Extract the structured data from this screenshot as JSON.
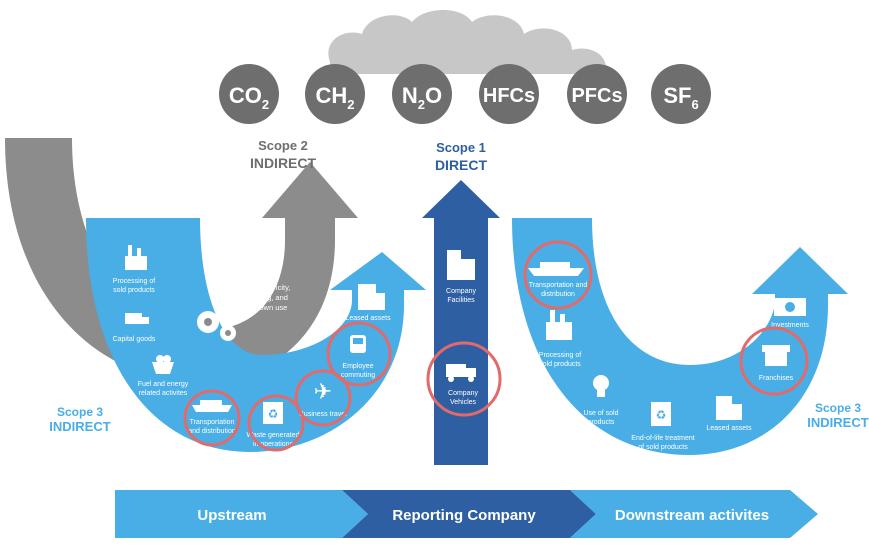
{
  "gases": [
    {
      "base": "CO",
      "sub": "2"
    },
    {
      "base": "CH",
      "sub": "2"
    },
    {
      "base": "N",
      "sub": "2",
      "tail": "O"
    },
    {
      "base": "HFCs",
      "sub": ""
    },
    {
      "base": "PFCs",
      "sub": ""
    },
    {
      "base": "SF",
      "sub": "6"
    }
  ],
  "scope2": {
    "title": "Scope 2",
    "subtitle": "INDIRECT",
    "caption": [
      "Purchased electricity,",
      "steam, heating, and",
      "cooling for own use"
    ]
  },
  "scope1": {
    "title": "Scope 1",
    "subtitle": "DIRECT",
    "facilities": [
      "Company",
      "Facilities"
    ],
    "vehicles": [
      "Company",
      "Vehicles"
    ]
  },
  "scope3_left": {
    "title": "Scope 3",
    "subtitle": "INDIRECT"
  },
  "scope3_right": {
    "title": "Scope 3",
    "subtitle": "INDIRECT"
  },
  "upstream_items": {
    "processing": [
      "Processing of",
      "sold products"
    ],
    "capital": [
      "Capital goods"
    ],
    "fuel": [
      "Fuel and energy",
      "related activites"
    ],
    "transport": [
      "Transportation",
      "and distribution"
    ],
    "waste": [
      "Waste generated",
      "in operations"
    ],
    "travel": [
      "Business travel"
    ],
    "commuting": [
      "Employee",
      "commuting"
    ],
    "leased": [
      "Leased assets"
    ]
  },
  "downstream_items": {
    "transport": [
      "Transportation and",
      "distribution"
    ],
    "processing": [
      "Processing of",
      "sold products"
    ],
    "use": [
      "Use of sold",
      "products"
    ],
    "eol": [
      "End-of-life treatment",
      "of sold products"
    ],
    "leased": [
      "Leased assets"
    ],
    "investments": [
      "Investments"
    ],
    "franchises": [
      "Franchises"
    ]
  },
  "bottom_bar": {
    "upstream": "Upstream",
    "reporting": "Reporting Company",
    "downstream": "Downstream activites"
  },
  "colors": {
    "light_blue": "#48aee5",
    "dark_blue": "#2e5fa3",
    "gray": "#8c8c8c",
    "gas_circle": "#6e6e6e",
    "cloud": "#c7c7c7",
    "highlight": "#e26a6a"
  }
}
